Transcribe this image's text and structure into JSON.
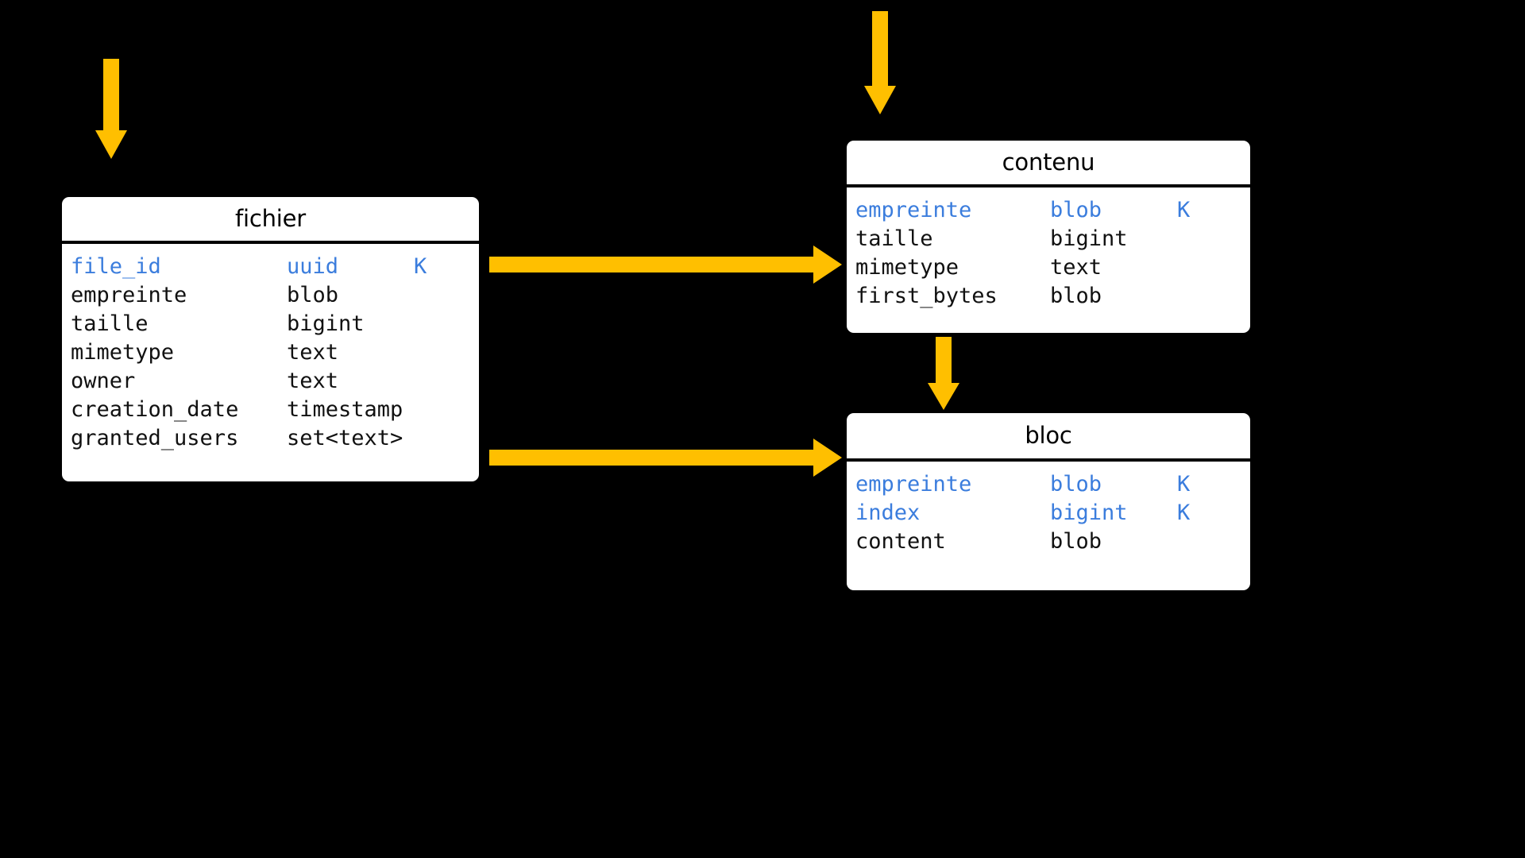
{
  "diagram": {
    "title": "fichier / contenu / bloc schema",
    "background_color": "#000000",
    "box_color": "#ffffff",
    "key_color": "#3b7ddd",
    "arrow_color": "#FFBF00",
    "text_color": "#111111"
  },
  "entities": [
    {
      "id": "fichier",
      "name": "fichier",
      "columns": [
        {
          "name": "file_id",
          "type": "uuid",
          "key": "K",
          "is_key": true
        },
        {
          "name": "empreinte",
          "type": "blob",
          "key": "",
          "is_key": false
        },
        {
          "name": "taille",
          "type": "bigint",
          "key": "",
          "is_key": false
        },
        {
          "name": "mimetype",
          "type": "text",
          "key": "",
          "is_key": false
        },
        {
          "name": "owner",
          "type": "text",
          "key": "",
          "is_key": false
        },
        {
          "name": "creation_date",
          "type": "timestamp",
          "key": "",
          "is_key": false
        },
        {
          "name": "granted_users",
          "type": "set<text>",
          "key": "",
          "is_key": false
        }
      ]
    },
    {
      "id": "contenu",
      "name": "contenu",
      "columns": [
        {
          "name": "empreinte",
          "type": "blob",
          "key": "K",
          "is_key": true
        },
        {
          "name": "taille",
          "type": "bigint",
          "key": "",
          "is_key": false
        },
        {
          "name": "mimetype",
          "type": "text",
          "key": "",
          "is_key": false
        },
        {
          "name": "first_bytes",
          "type": "blob",
          "key": "",
          "is_key": false
        }
      ]
    },
    {
      "id": "bloc",
      "name": "bloc",
      "columns": [
        {
          "name": "empreinte",
          "type": "blob",
          "key": "K",
          "is_key": true
        },
        {
          "name": "index",
          "type": "bigint",
          "key": "K",
          "is_key": true
        },
        {
          "name": "content",
          "type": "blob",
          "key": "",
          "is_key": false
        }
      ]
    }
  ],
  "arrows": [
    {
      "id": "arrow-into-fichier",
      "direction": "down",
      "label": ""
    },
    {
      "id": "arrow-into-contenu",
      "direction": "down",
      "label": ""
    },
    {
      "id": "arrow-fichier-to-contenu",
      "direction": "right",
      "label": ""
    },
    {
      "id": "arrow-fichier-to-bloc",
      "direction": "right",
      "label": ""
    },
    {
      "id": "arrow-contenu-to-bloc",
      "direction": "down",
      "label": ""
    }
  ]
}
